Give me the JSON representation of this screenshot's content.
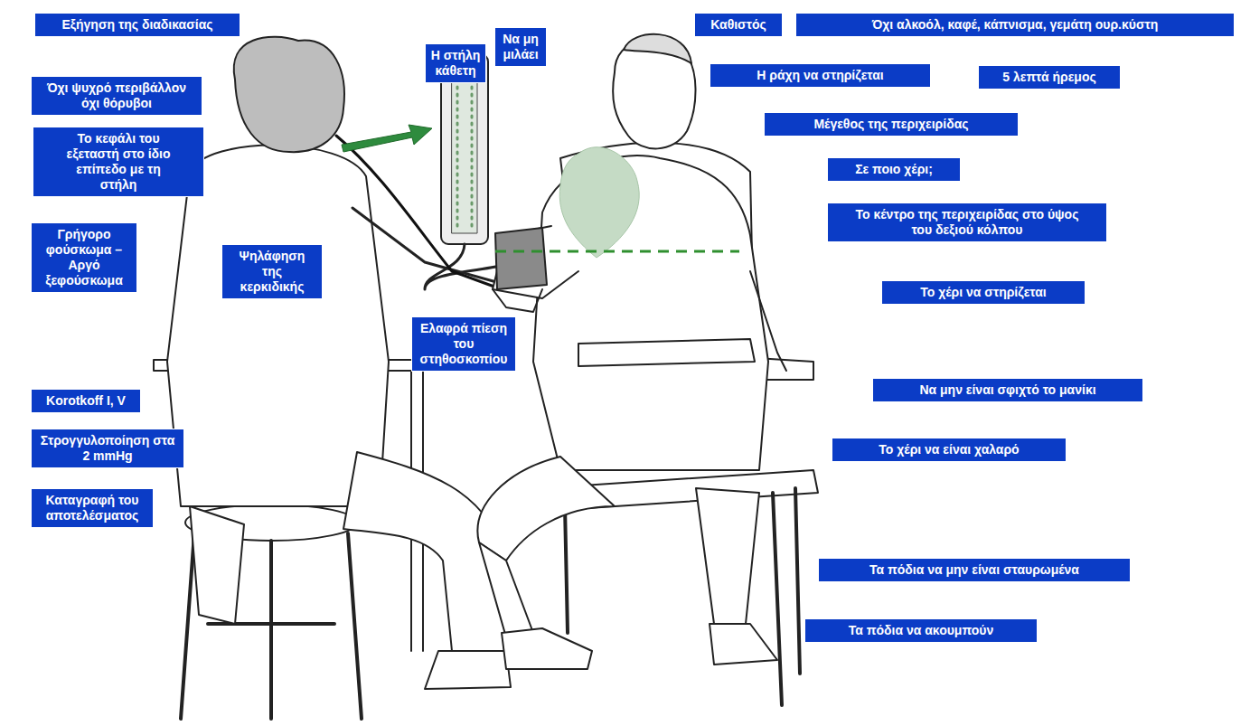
{
  "diagram": {
    "nodes": [
      {
        "text": [
          "Εξήγηση της διαδικασίας"
        ]
      },
      {
        "text": [
          "Καθιστός"
        ]
      },
      {
        "text": [
          "Όχι αλκοόλ, καφέ, κάπνισμα, γεμάτη ουρ.κύστη"
        ]
      },
      {
        "text": [
          "Να μη μιλάει"
        ]
      },
      {
        "text": [
          "Η στήλη κάθετη"
        ]
      },
      {
        "text": [
          "Η ράχη να στηρίζεται"
        ]
      },
      {
        "text": [
          "5 λεπτά ήρεμος"
        ]
      },
      {
        "text": [
          "Όχι ψυχρό περιβάλλον όχι θόρυβοι"
        ]
      },
      {
        "text": [
          "Μέγεθος της περιχειρίδας"
        ]
      },
      {
        "text": [
          "Το κεφάλι του εξεταστή στο ίδιο επίπεδο με τη στήλη"
        ]
      },
      {
        "text": [
          "Σε ποιο χέρι;"
        ]
      },
      {
        "text": [
          "Το κέντρο της περιχειρίδας στο ύψος του δεξιού κόλπου"
        ]
      },
      {
        "text": [
          "Γρήγορο φούσκωμα – Αργό ξεφούσκωμα"
        ]
      },
      {
        "text": [
          "Ψηλάφηση της κερκιδικής"
        ]
      },
      {
        "text": [
          "Το χέρι να στηρίζεται"
        ]
      },
      {
        "text": [
          "Ελαφρά πίεση του στηθοσκοπίου"
        ]
      },
      {
        "text": [
          "Να μην είναι σφιχτό το μανίκι"
        ]
      },
      {
        "text": [
          "Korotkoff I, V"
        ]
      },
      {
        "text": [
          "Στρογγυλοποίηση στα 2 mmHg"
        ]
      },
      {
        "text": [
          "Το χέρι να είναι χαλαρό"
        ]
      },
      {
        "text": [
          "Καταγραφή του αποτελέσματος"
        ]
      },
      {
        "text": [
          "Τα πόδια να μην είναι σταυρωμένα"
        ]
      },
      {
        "text": [
          "Τα πόδια να ακουμπούν"
        ]
      }
    ]
  }
}
